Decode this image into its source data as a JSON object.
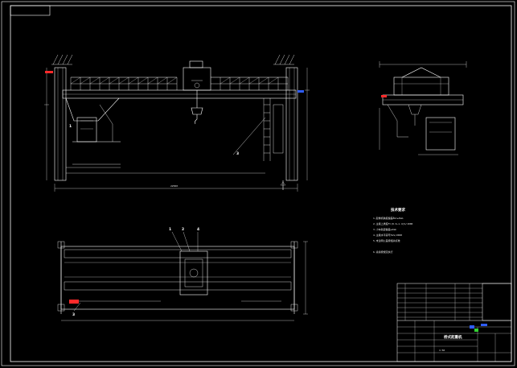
{
  "drawing": {
    "colors": {
      "background": "#000000",
      "lines": "#ffffff",
      "accent_red": "#ff2a2a",
      "accent_blue": "#2f5dff",
      "accent_green": "#32d232"
    },
    "front_view": {
      "leader_labels": [
        "1",
        "3"
      ],
      "span_dimension": "22500"
    },
    "plan_view": {
      "leader_labels": [
        "1",
        "2",
        "3",
        "4"
      ]
    },
    "notes": {
      "heading": "技术要求",
      "lines": [
        "1.起重机跨度偏差ΔS=±5mm",
        "2.主梁上拱度F=(0.9~1.4)S/1000",
        "3.小车轨距偏差±2mm",
        "4.主梁水平旁弯f≤S/2000",
        "5.未注明公差按相关标准",
        "6.涂漆按规定执行"
      ]
    },
    "title_block": {
      "title": "桥式起重机",
      "scale": "1:50"
    }
  }
}
